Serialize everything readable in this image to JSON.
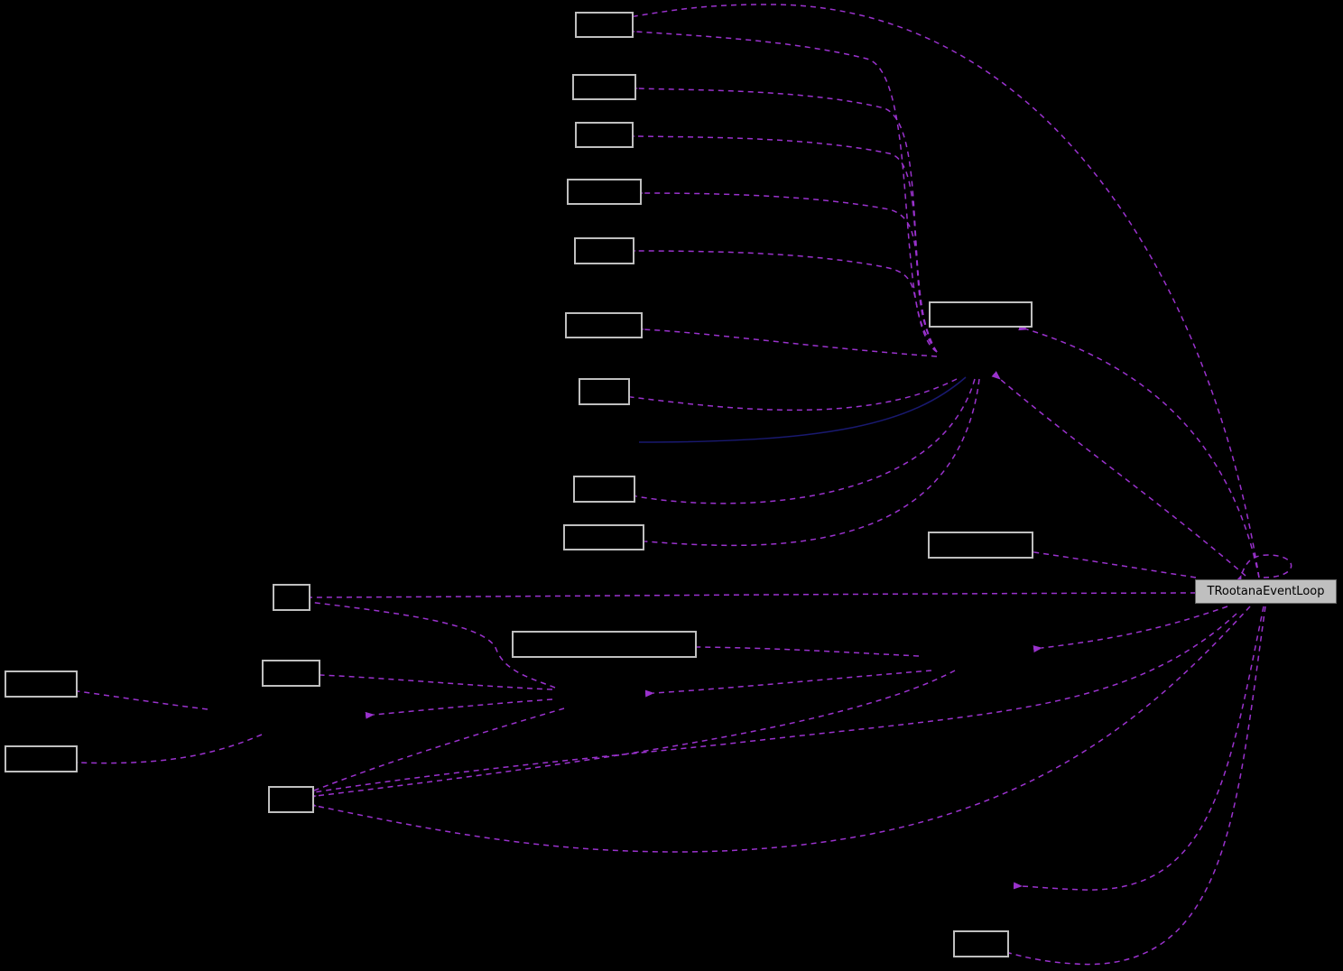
{
  "diagram": {
    "type": "collaboration-graph",
    "background": "#000000",
    "colors": {
      "node_border": "#bfbfbf",
      "main_node_fill": "#bfbfbf",
      "dashed_edge": "#9a32cd",
      "solid_edge": "#191970"
    },
    "main_node": {
      "label": "TRootanaEventLoop"
    },
    "nodes": [
      {
        "id": "n1",
        "label": ""
      },
      {
        "id": "n2",
        "label": ""
      },
      {
        "id": "n3",
        "label": ""
      },
      {
        "id": "n4",
        "label": ""
      },
      {
        "id": "n5",
        "label": ""
      },
      {
        "id": "n6",
        "label": ""
      },
      {
        "id": "n7",
        "label": ""
      },
      {
        "id": "n8",
        "label": ""
      },
      {
        "id": "n9",
        "label": ""
      },
      {
        "id": "n10",
        "label": ""
      },
      {
        "id": "n11",
        "label": ""
      },
      {
        "id": "n12",
        "label": ""
      },
      {
        "id": "n13",
        "label": ""
      },
      {
        "id": "n14",
        "label": ""
      },
      {
        "id": "n15",
        "label": ""
      },
      {
        "id": "n16",
        "label": ""
      },
      {
        "id": "n17",
        "label": ""
      },
      {
        "id": "n18",
        "label": ""
      }
    ]
  }
}
